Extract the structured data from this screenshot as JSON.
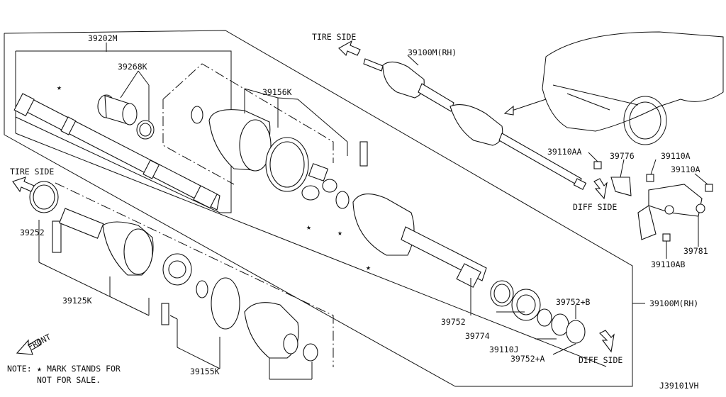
{
  "diagram_id": "J39101VH",
  "note": {
    "line1": "NOTE:",
    "line2": "MARK STANDS FOR",
    "line3": "NOT FOR SALE."
  },
  "directions": {
    "tire_side_top": "TIRE SIDE",
    "tire_side_left": "TIRE SIDE",
    "diff_side_right": "DIFF SIDE",
    "diff_side_bottom": "DIFF SIDE",
    "front": "FRONT"
  },
  "parts": {
    "p39202M": "39202M",
    "p39268K": "39268K",
    "p39156K": "39156K",
    "p39100M_RH_top": "39100M(RH)",
    "p39100M_RH_right": "39100M(RH)",
    "p39252": "39252",
    "p39125K": "39125K",
    "p39155K": "39155K",
    "p39752": "39752",
    "p39774": "39774",
    "p39110J": "39110J",
    "p39752A": "39752+A",
    "p39752B": "39752+B",
    "p39110AA": "39110AA",
    "p39776": "39776",
    "p39110A_1": "39110A",
    "p39110A_2": "39110A",
    "p39781": "39781",
    "p39110AB": "39110AB"
  },
  "icons": [
    "arrow-icon",
    "star-icon",
    "car-icon"
  ]
}
